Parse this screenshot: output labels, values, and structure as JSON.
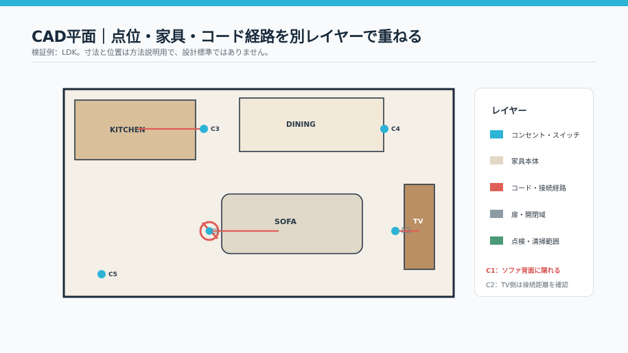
{
  "header": {
    "title": "CAD平面｜点位・家具・コード経路を別レイヤーで重ねる",
    "subtitle": "検証例：LDK。寸法と位置は方法説明用で、設計標準ではありません。"
  },
  "plan": {
    "furniture": {
      "kitchen": "KITCHEN",
      "dining": "DINING",
      "sofa": "SOFA",
      "tv": "TV"
    },
    "outlets": {
      "c3": "C3",
      "c4": "C4",
      "c5": "C5"
    }
  },
  "legend": {
    "title": "レイヤー",
    "items": [
      {
        "label": "コンセント・スイッチ",
        "color": "#2cb3d6"
      },
      {
        "label": "家具本体",
        "color": "#e3d8c5"
      },
      {
        "label": "コード・接続経路",
        "color": "#df5e57"
      },
      {
        "label": "扉・開閉域",
        "color": "#8c9aa3"
      },
      {
        "label": "点検・清掃範囲",
        "color": "#4a9977"
      }
    ],
    "note_c1": "C1：ソファ背面に隠れる",
    "note_c2": "C2：TV側は接続距離を確認"
  },
  "colors": {
    "outlet": "#2cb3d6",
    "cord": "#df5e57",
    "wall": "#1c2b3a",
    "floor": "#f4efe7",
    "kitchen": "#d9bf9a",
    "dining": "#f2e9d9",
    "sofa": "#e0d8c8",
    "tv": "#b98f63"
  }
}
